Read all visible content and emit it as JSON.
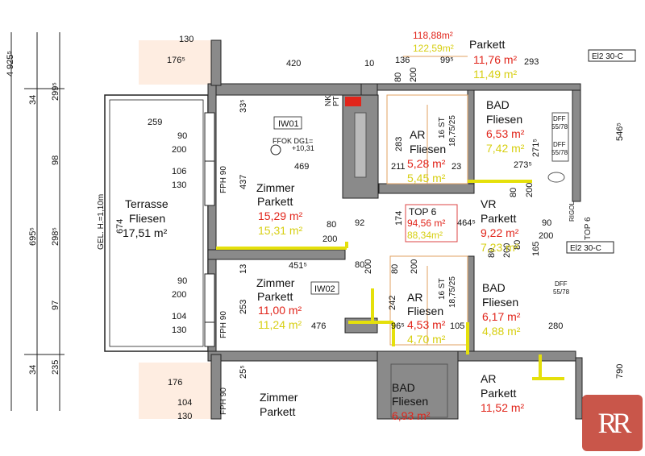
{
  "dims": {
    "d130": "130",
    "d176_5": "176⁵",
    "d420": "420",
    "d10": "10",
    "d136": "136",
    "d99_5": "99⁵",
    "d293": "293",
    "d4925": "4 925⁵",
    "d34a": "34",
    "d299_5": "299⁵",
    "d98": "98",
    "d298_5": "298⁵",
    "d97": "97",
    "d34b": "34",
    "d235": "235",
    "d695_5": "695⁵",
    "d259": "259",
    "d90a": "90",
    "d200a": "200",
    "d106": "106",
    "d130b": "130",
    "d674": "674",
    "d33_5": "33⁵",
    "d437": "437",
    "d469": "469",
    "d92": "92",
    "d80a": "80",
    "d200b": "200",
    "d451_5": "451⁵",
    "d13": "13",
    "d253": "253",
    "d476": "476",
    "d90b": "90",
    "d200c": "200",
    "d104": "104",
    "d130c": "130",
    "d25_5": "25⁵",
    "d176": "176",
    "d104b": "104",
    "d130d": "130",
    "d80b": "80",
    "d200d": "200",
    "d283": "283",
    "d211": "211",
    "d23": "23",
    "d174": "174",
    "d464_5": "464⁵",
    "d80c": "80",
    "d200e": "200",
    "d242": "242",
    "d96_5": "96⁵",
    "d105": "105",
    "d273_5": "273⁵",
    "d271_5": "271⁵",
    "d80d": "80",
    "d200f": "200",
    "d90c": "90",
    "d165": "165",
    "d80e": "80",
    "d200g": "200",
    "d280": "280",
    "d546_5": "546⁵",
    "d790": "790",
    "d200h": "200",
    "d80f": "80",
    "d200i": "200",
    "d80g": "80"
  },
  "labels": {
    "gel": "GEL. H.=1,10m",
    "fph1": "FPH 90",
    "fph2": "FPH 90",
    "fph3": "FPH 90",
    "iw01": "IW01",
    "iw02": "IW02",
    "ffok1": "FFOK DG1=",
    "ffok2": "+10,31",
    "el1": "El2 30-C",
    "el2": "El2 30-C",
    "nk": "NK",
    "pt": "PT",
    "st1": "16 ST",
    "st1b": "18,75/25",
    "st2": "16 ST",
    "st2b": "18,75/25",
    "dff1": "DFF",
    "dff1b": "55/78",
    "dff2": "DFF",
    "dff2b": "55/78",
    "dff3": "DFF",
    "dff3b": "55/78",
    "top6v": "TOP 6",
    "rigol": "RIGOL"
  },
  "rooms": {
    "terrasse": {
      "name": "Terrasse",
      "floor": "Fliesen",
      "area": "17,51 m²"
    },
    "zimmer1": {
      "name": "Zimmer",
      "floor": "Parkett",
      "area_red": "15,29 m²",
      "area_yel": "15,31 m²"
    },
    "zimmer2": {
      "name": "Zimmer",
      "floor": "Parkett",
      "area_red": "11,00 m²",
      "area_yel": "11,24 m²"
    },
    "zimmer3": {
      "name": "Zimmer",
      "floor": "Parkett"
    },
    "ar1": {
      "name": "AR",
      "floor": "Fliesen",
      "area_red": "5,28 m²",
      "area_yel": "5,45 m²"
    },
    "ar2": {
      "name": "AR",
      "floor": "Fliesen",
      "area_red": "4,53 m²",
      "area_yel": "4,70 m²"
    },
    "ar3": {
      "name": "AR",
      "floor": "Parkett",
      "area_red": "11,52 m²"
    },
    "bad1": {
      "name": "BAD",
      "floor": "Fliesen",
      "area_red": "6,53 m²",
      "area_yel": "7,42 m²"
    },
    "bad2": {
      "name": "BAD",
      "floor": "Fliesen",
      "area_red": "6,17 m²",
      "area_yel": "4,88 m²"
    },
    "bad3": {
      "name": "BAD",
      "floor": "Fliesen",
      "area_red": "6,93 m²"
    },
    "vr": {
      "name": "VR",
      "floor": "Parkett",
      "area_red": "9,22 m²",
      "area_yel": "7,23 m²"
    },
    "top": {
      "name": "TOP 6",
      "area_red": "94,56 m²",
      "area_yel": "88,34m²"
    },
    "topleft": {
      "floor": "Parkett",
      "area_red": "11,76 m²",
      "area_yel": "11,49 m²",
      "area_yel2": "122,59m²",
      "area_red2": "118,88m²"
    }
  },
  "logo": {
    "text": "RR",
    "color": "#c0392b"
  }
}
